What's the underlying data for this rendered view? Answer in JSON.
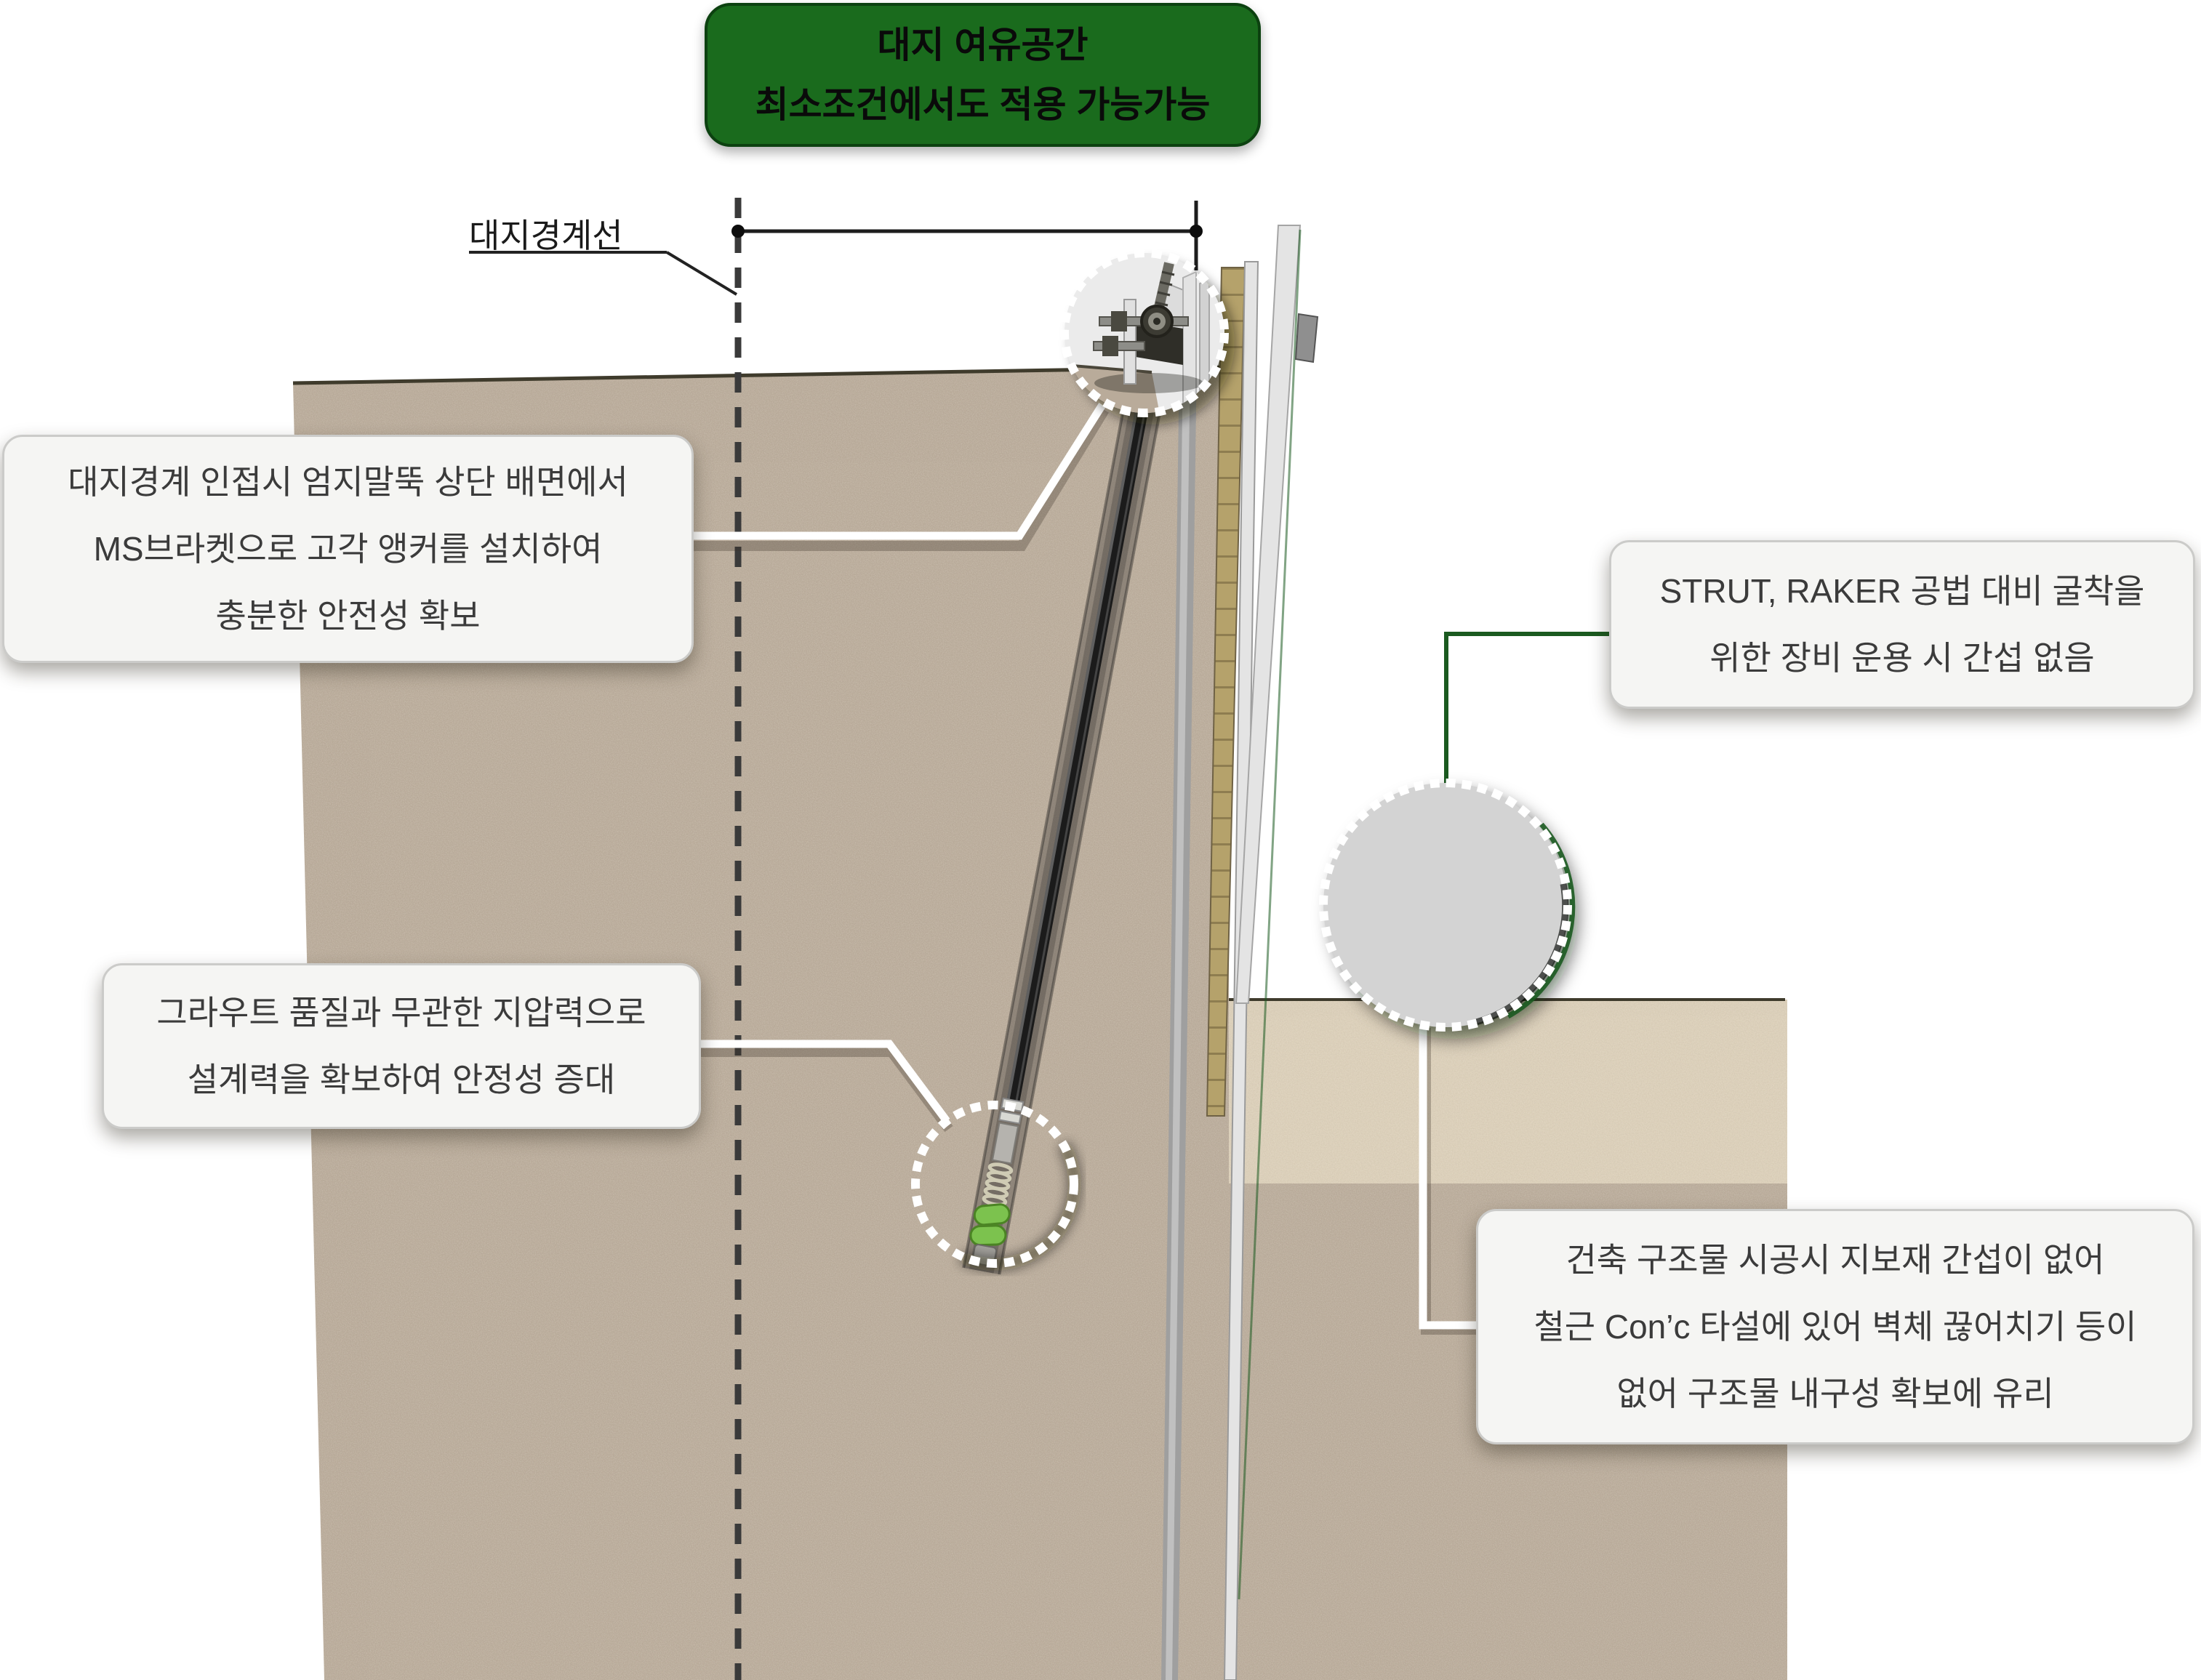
{
  "title_box": {
    "lines": [
      "대지 여유공간",
      "최소조건에서도 적용 가능가능"
    ]
  },
  "labels": {
    "boundary_line": "대지경계선"
  },
  "callouts": {
    "left_top": {
      "lines": [
        "대지경계 인접시 엄지말뚝 상단 배면에서",
        "MS브라켓으로 고각 앵커를 설치하여",
        "충분한 안전성 확보"
      ]
    },
    "left_bottom": {
      "lines": [
        "그라우트 품질과 무관한 지압력으로",
        "설계력을 확보하여 안정성 증대"
      ]
    },
    "right_top": {
      "lines": [
        "STRUT, RAKER 공법 대비 굴착을",
        "위한 장비 운용 시 간섭 없음"
      ]
    },
    "right_bottom": {
      "lines": [
        "건축 구조물 시공시 지보재 간섭이 없어",
        "철근 Con’c 타설에 있어 벽체 끊어치기 등이",
        "없어 구조물 내구성 확보에 유리"
      ]
    }
  },
  "colors": {
    "page_bg": "#ffffff",
    "title_green": "#1a6b1d",
    "title_green_border": "#0c4110",
    "soil": "#b9ab9a",
    "soil_light": "#dbcfb9",
    "soil_edge": "#3f3b2c",
    "lagging": "#b5a26b",
    "lagging_seam": "#7e6e44",
    "pile_gray": "#ababab",
    "wall_white": "#e4e4e4",
    "green_line": "#1b5a20",
    "callout_bg": "#f5f5f3",
    "callout_border": "#cbcbc9",
    "callout_text": "#3b3b3b",
    "line_dark": "#1d1d1d",
    "leader_white": "#ffffff",
    "detail_circle_fill": "#d3d3d3",
    "anchor_dark": "#1b1b1b",
    "anchor_tip_green": "#7cc24e"
  }
}
